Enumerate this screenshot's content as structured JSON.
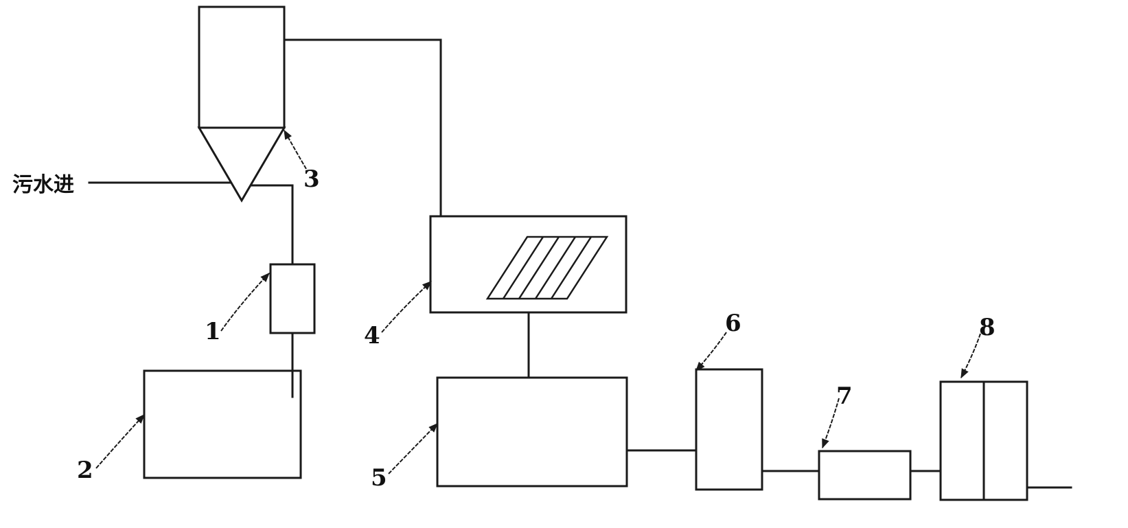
{
  "inlet_label": "污水进",
  "components": [
    {
      "id": "1",
      "label": "1"
    },
    {
      "id": "2",
      "label": "2"
    },
    {
      "id": "3",
      "label": "3"
    },
    {
      "id": "4",
      "label": "4"
    },
    {
      "id": "5",
      "label": "5"
    },
    {
      "id": "6",
      "label": "6"
    },
    {
      "id": "7",
      "label": "7"
    },
    {
      "id": "8",
      "label": "8"
    }
  ],
  "colors": {
    "line": "#1a1a1a",
    "background": "#ffffff"
  }
}
